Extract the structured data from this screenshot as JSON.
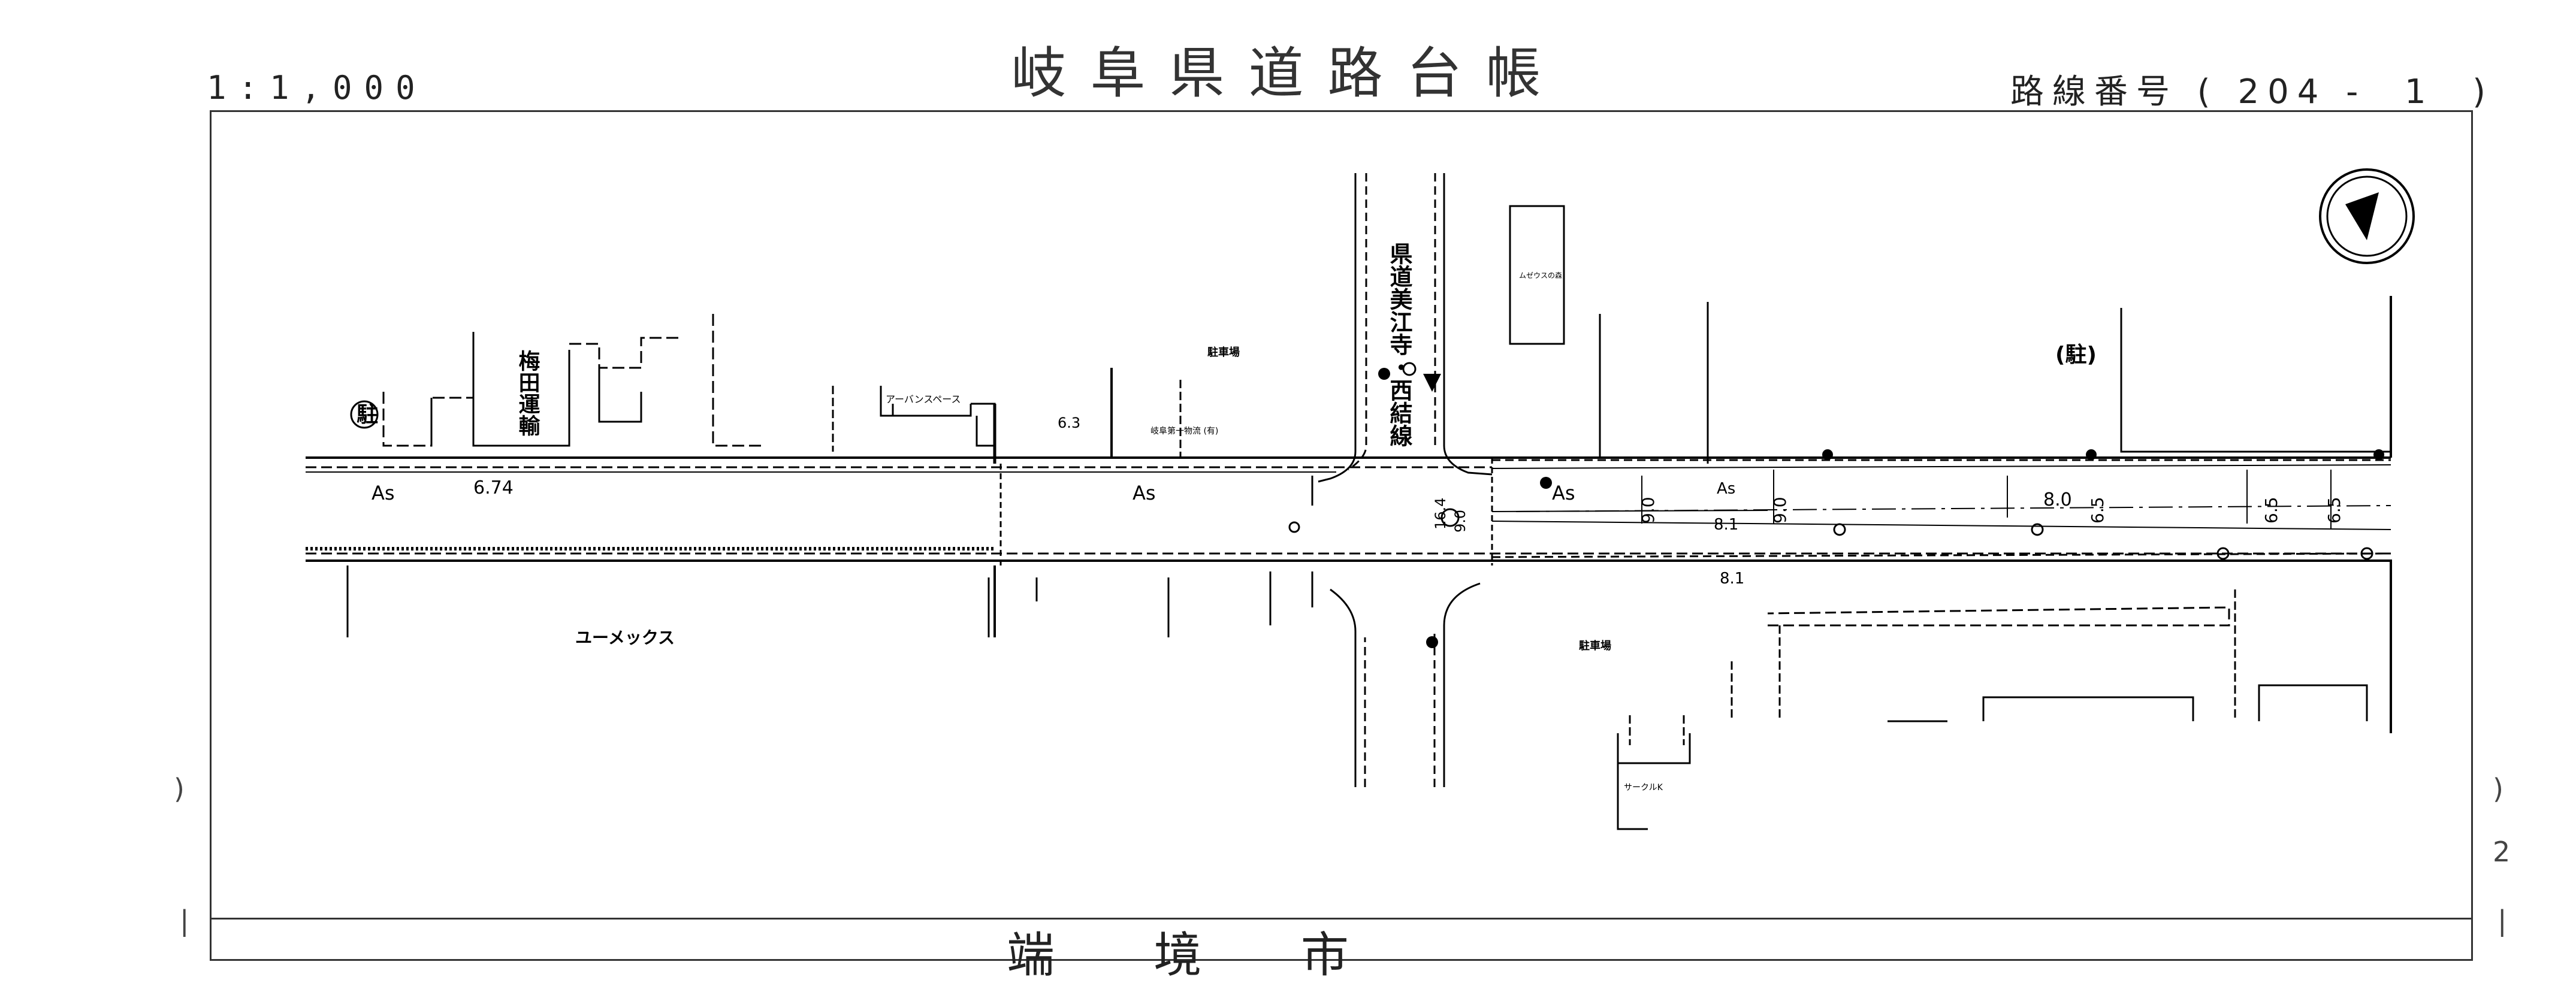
{
  "header": {
    "title": "岐阜県道路台帳",
    "scale": "1:1,000",
    "route_label": "路線番号 ( 204 -  1  )"
  },
  "margins": {
    "left_marks": [
      ")",
      "|"
    ],
    "right_marks": [
      ")",
      "2",
      "|"
    ]
  },
  "map": {
    "labels": {
      "umeda": "梅田運輸",
      "urban_space": "アーバンスペース",
      "umex": "ユーメックス",
      "gifu_butsuryu": "岐阜第一物流 (有)",
      "parking_1": "駐車場",
      "parking_2": "駐車場",
      "parking_symbol_left": "駐",
      "parking_symbol_right": "(駐)",
      "pref_road": "県道美江寺・西結線",
      "muzeus": "ムゼウスの森",
      "circle_k": "サークルK"
    },
    "surface_labels": [
      "As",
      "As",
      "As",
      "As"
    ],
    "widths": [
      "6.74",
      "6.3",
      "9.0",
      "9.0",
      "9.0",
      "8.0",
      "6.5",
      "6.5",
      "6.5",
      "8.1",
      "8.1",
      "16.4"
    ],
    "bottom_fragment": "端 境 市"
  },
  "colors": {
    "line": "#000000",
    "frame": "#333333"
  },
  "icons": [
    "north-arrow-icon"
  ]
}
